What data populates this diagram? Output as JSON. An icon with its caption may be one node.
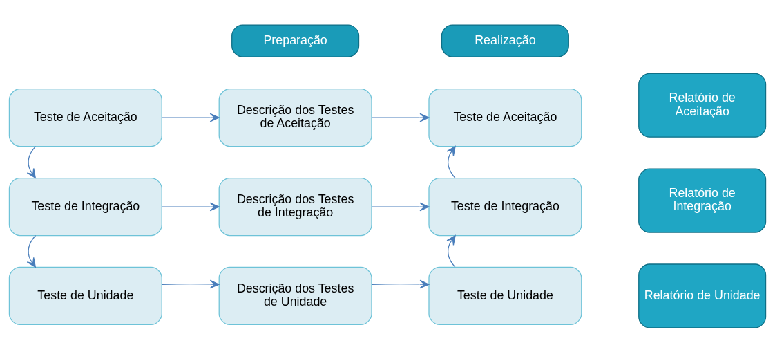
{
  "diagram": {
    "nodes": [
      {
        "text": [
          "Preparação"
        ]
      },
      {
        "text": [
          "Realização"
        ]
      },
      {
        "text": [
          "Teste de Aceitação"
        ]
      },
      {
        "text": [
          "Descrição dos Testes de Aceitação"
        ]
      },
      {
        "text": [
          "Teste de Aceitação"
        ]
      },
      {
        "text": [
          "Relatório de Aceitação"
        ]
      },
      {
        "text": [
          "Teste de Integração"
        ]
      },
      {
        "text": [
          "Descrição dos Testes de Integração"
        ]
      },
      {
        "text": [
          "Teste de Integração"
        ]
      },
      {
        "text": [
          "Relatório de Integração"
        ]
      },
      {
        "text": [
          "Teste de Unidade"
        ]
      },
      {
        "text": [
          "Descrição dos Testes de Unidade"
        ]
      },
      {
        "text": [
          "Teste de Unidade"
        ]
      },
      {
        "text": [
          "Relatório de Unidade"
        ]
      }
    ],
    "edges": [
      {
        "from": 2,
        "to": 3,
        "arrow": "to"
      },
      {
        "from": 3,
        "to": 4,
        "arrow": "to"
      },
      {
        "from": 2,
        "to": 6,
        "arrow": "to"
      },
      {
        "from": 6,
        "to": 7,
        "arrow": "to"
      },
      {
        "from": 7,
        "to": 8,
        "arrow": "to"
      },
      {
        "from": 6,
        "to": 10,
        "arrow": "to"
      },
      {
        "from": 10,
        "to": 11,
        "arrow": "to"
      },
      {
        "from": 11,
        "to": 12,
        "arrow": "to"
      },
      {
        "from": 12,
        "to": 8,
        "arrow": "to"
      },
      {
        "from": 8,
        "to": 4,
        "arrow": "to"
      }
    ]
  }
}
